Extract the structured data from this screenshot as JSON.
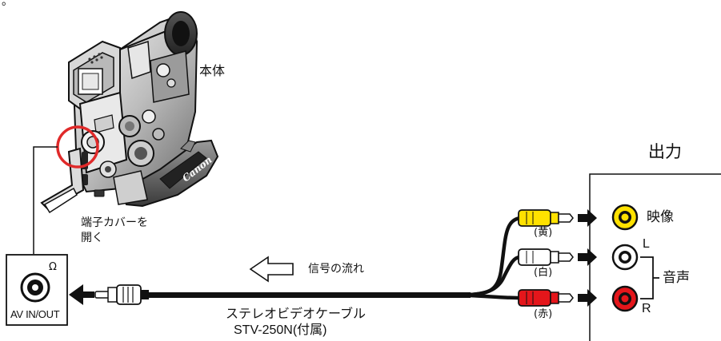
{
  "top_mark": "。",
  "camera": {
    "label": "本体",
    "brand": "Canon",
    "cover_label_line1": "端子カバーを",
    "cover_label_line2": "開く"
  },
  "jack": {
    "symbol": "Ω",
    "label": "AV IN/OUT"
  },
  "signal_flow": "信号の流れ",
  "cable": {
    "name_line1": "ステレオビデオケーブル",
    "name_line2": "STV-250N(付属)"
  },
  "plugs": {
    "yellow": "(黄)",
    "white": "(白)",
    "red": "(赤)"
  },
  "output": {
    "title": "出力",
    "video": "映像",
    "left": "L",
    "right": "R",
    "audio": "音声"
  },
  "colors": {
    "yellow": "#ffe100",
    "white": "#ffffff",
    "red": "#e4161b",
    "highlight": "#e02a2a",
    "line": "#111111"
  }
}
